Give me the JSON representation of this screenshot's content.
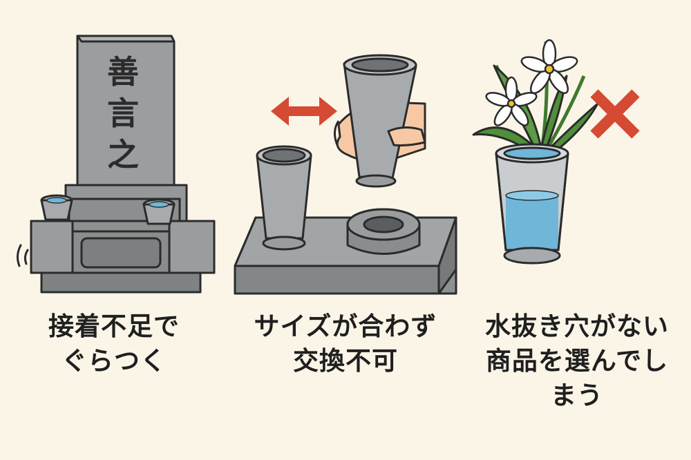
{
  "panels": [
    {
      "icon": "tombstone-icon",
      "engraving": [
        "善",
        "言",
        "之"
      ],
      "caption_lines": [
        "接着不足で",
        "ぐらつく"
      ]
    },
    {
      "icon": "vase-swap-icon",
      "caption_lines": [
        "サイズが合わず",
        "交換不可"
      ]
    },
    {
      "icon": "flower-vase-icon",
      "caption_lines": [
        "水抜き穴がない",
        "商品を選んでし",
        "まう"
      ]
    }
  ],
  "colors": {
    "background": "#fbf5e8",
    "stone": "#8e9192",
    "metal": "#a7abad",
    "water": "#6fb6d8",
    "arrow": "#d64a33",
    "cross": "#d64a33",
    "leaf": "#4f8f3a"
  }
}
